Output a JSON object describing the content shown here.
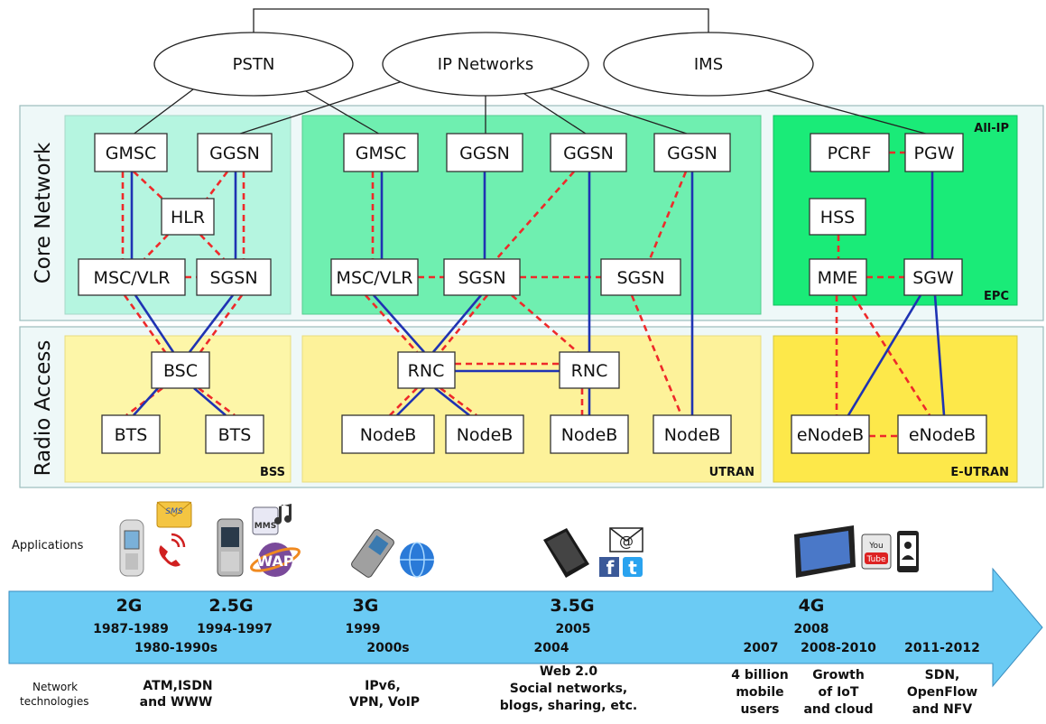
{
  "clouds": {
    "pstn": "PSTN",
    "ip": "IP Networks",
    "ims": "IMS"
  },
  "layers": {
    "core": "Core Network",
    "radio": "Radio Access"
  },
  "regions": {
    "bss": "BSS",
    "utran": "UTRAN",
    "eutran": "E-UTRAN",
    "allip": "All-IP",
    "epc": "EPC"
  },
  "nodes": {
    "g_gmsc": "GMSC",
    "g_ggsn": "GGSN",
    "g_hlr": "HLR",
    "g_msc": "MSC/VLR",
    "g_sgsn": "SGSN",
    "g_bsc": "BSC",
    "g_bts1": "BTS",
    "g_bts2": "BTS",
    "u_gmsc": "GMSC",
    "u_ggsn1": "GGSN",
    "u_ggsn2": "GGSN",
    "u_ggsn3": "GGSN",
    "u_msc": "MSC/VLR",
    "u_sgsn1": "SGSN",
    "u_sgsn2": "SGSN",
    "u_rnc1": "RNC",
    "u_rnc2": "RNC",
    "u_nb1": "NodeB",
    "u_nb2": "NodeB",
    "u_nb3": "NodeB",
    "u_nb4": "NodeB",
    "e_pcrf": "PCRF",
    "e_pgw": "PGW",
    "e_hss": "HSS",
    "e_mme": "MME",
    "e_sgw": "SGW",
    "e_enb1": "eNodeB",
    "e_enb2": "eNodeB"
  },
  "icons": {
    "sms": "SMS",
    "mms": "MMS",
    "wap": "WAP",
    "at": "@",
    "facebook": "f",
    "twitter": "t",
    "youtube_top": "You",
    "youtube_bottom": "Tube"
  },
  "timeline": {
    "applications_label": "Applications",
    "network_label_1": "Network",
    "network_label_2": "technologies",
    "gens": {
      "g2": "2G",
      "g25": "2.5G",
      "g3": "3G",
      "g35": "3.5G",
      "g4": "4G"
    },
    "years": {
      "y1987": "1987-1989",
      "y1994": "1994-1997",
      "y1980": "1980-1990s",
      "y1999": "1999",
      "y2000s": "2000s",
      "y2005": "2005",
      "y2004": "2004",
      "y2008": "2008",
      "y2007": "2007",
      "y2008b": "2008-2010",
      "y2011": "2011-2012"
    },
    "tech": {
      "atm1": "ATM,ISDN",
      "atm2": "and WWW",
      "ipv1": "IPv6,",
      "ipv2": "VPN, VoIP",
      "web1": "Web 2.0",
      "web2": "Social networks,",
      "web3": "blogs, sharing, etc.",
      "bil1": "4 billion",
      "bil2": "mobile",
      "bil3": "users",
      "iot1": "Growth",
      "iot2": "of IoT",
      "iot3": "and cloud",
      "sdn1": "SDN,",
      "sdn2": "OpenFlow",
      "sdn3": "and NFV"
    }
  },
  "colors": {
    "bss_core": "#b5f5e0",
    "utran_core": "#6fefb0",
    "epc_core": "#1aeb78",
    "bss_radio": "#fdf6a8",
    "utran_radio": "#fdf29a",
    "eutran_radio": "#fde84a",
    "band": "#eef8f8",
    "arrow": "#6bcbf4"
  }
}
